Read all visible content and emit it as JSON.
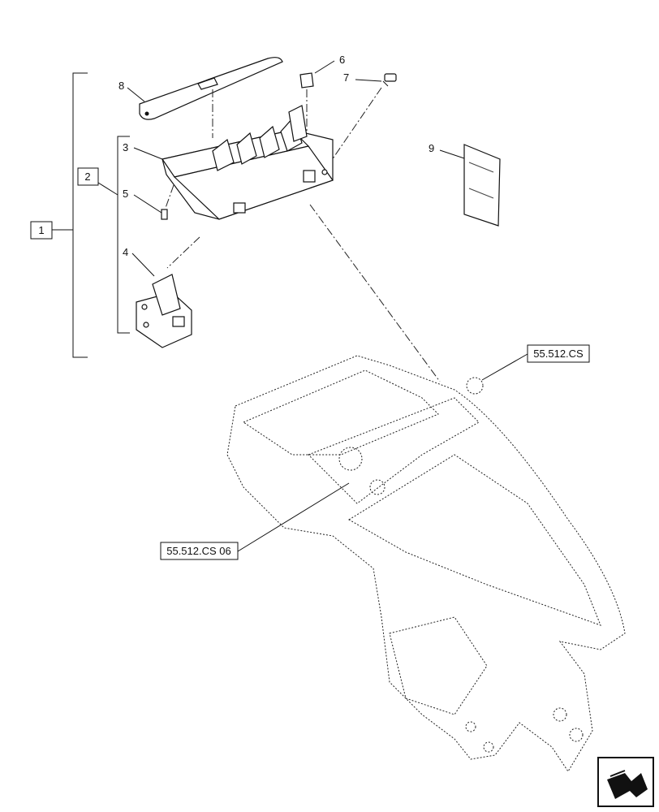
{
  "callouts": {
    "c1": "1",
    "c2": "2",
    "c3": "3",
    "c4": "4",
    "c5": "5",
    "c6": "6",
    "c7": "7",
    "c8": "8",
    "c9": "9"
  },
  "references": {
    "ref_top": "55.512.CS",
    "ref_bottom": "55.512.CS 06"
  },
  "icons": {
    "nav": "next-page-arrow-icon"
  }
}
